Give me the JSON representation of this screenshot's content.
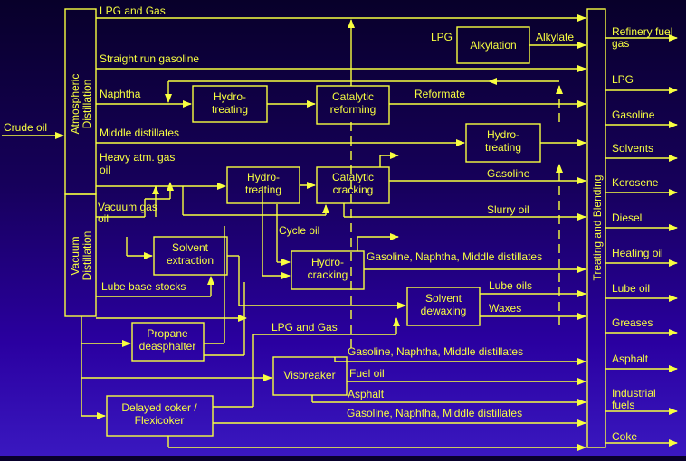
{
  "colors": {
    "line": "#f8ff40",
    "background_top": "#08002a",
    "background_bottom": "#3a18c0"
  },
  "input": "Crude oil",
  "units": {
    "atm": [
      "Atmospheric",
      "Distillation"
    ],
    "vac": [
      "Vacuum",
      "Distillation"
    ],
    "hydrotreat1": [
      "Hydro-",
      "treating"
    ],
    "reform": [
      "Catalytic",
      "reforming"
    ],
    "alky": "Alkylation",
    "hydrotreat2": [
      "Hydro-",
      "treating"
    ],
    "hydrotreat3": [
      "Hydro-",
      "treating"
    ],
    "catcrack": [
      "Catalytic",
      "cracking"
    ],
    "solvext": [
      "Solvent",
      "extraction"
    ],
    "hydrocrack": [
      "Hydro-",
      "cracking"
    ],
    "dewax": [
      "Solvent",
      "dewaxing"
    ],
    "propane": [
      "Propane",
      "deasphalter"
    ],
    "visbreak": "Visbreaker",
    "coker": [
      "Delayed coker /",
      "Flexicoker"
    ],
    "blend": "Treating and Blending"
  },
  "streams": {
    "lpg_gas_top": "LPG and Gas",
    "srg": "Straight run gasoline",
    "naphtha": "Naphtha",
    "reformate": "Reformate",
    "middle": "Middle distillates",
    "heavy": [
      "Heavy atm. gas",
      "oil"
    ],
    "vgo": [
      "Vacuum gas",
      "oil"
    ],
    "gasoline_cc": "Gasoline",
    "slurry": "Slurry oil",
    "cycle": "Cycle oil",
    "hc_products": "Gasoline, Naphtha, Middle distillates",
    "lube_base": "Lube base stocks",
    "lube_oils": "Lube oils",
    "waxes": "Waxes",
    "lpg_gas_mid": "LPG and Gas",
    "vb_gnm": "Gasoline, Naphtha, Middle distillates",
    "fuel_oil": "Fuel oil",
    "asphalt_vb": "Asphalt",
    "coker_gnm": "Gasoline, Naphtha, Middle distillates",
    "lpg_alky": "LPG",
    "alkylate": "Alkylate"
  },
  "products": [
    [
      "Refinery fuel",
      "gas"
    ],
    [
      "LPG"
    ],
    [
      "Gasoline"
    ],
    [
      "Solvents"
    ],
    [
      "Kerosene"
    ],
    [
      "Diesel"
    ],
    [
      "Heating oil"
    ],
    [
      "Lube oil"
    ],
    [
      "Greases"
    ],
    [
      "Asphalt"
    ],
    [
      "Industrial",
      "fuels"
    ],
    [
      "Coke"
    ]
  ]
}
